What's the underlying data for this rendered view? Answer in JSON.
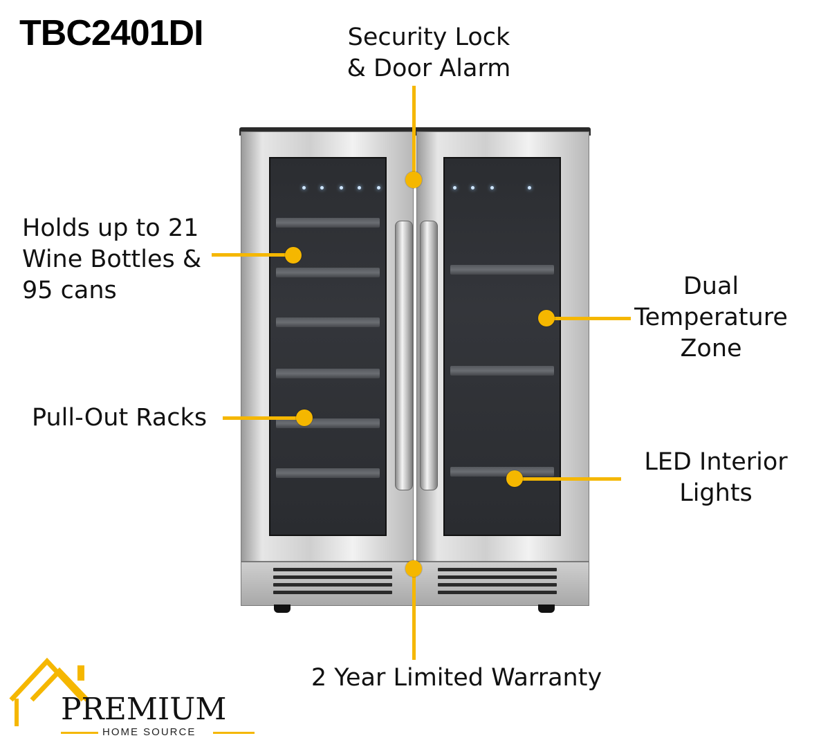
{
  "model": "TBC2401DI",
  "callouts": {
    "security": [
      "Security Lock",
      "& Door Alarm"
    ],
    "capacity": [
      "Holds up to 21",
      "Wine Bottles &",
      "95 cans"
    ],
    "dual_temp": [
      "Dual",
      "Temperature",
      "Zone"
    ],
    "racks": "Pull-Out Racks",
    "led": [
      "LED Interior",
      "Lights"
    ],
    "warranty": "2 Year Limited Warranty"
  },
  "brand": {
    "name": "PREMIUM",
    "sub": "HOME SOURCE",
    "accent": "#f5b700"
  },
  "colors": {
    "accent": "#f5b700",
    "text": "#111111"
  }
}
